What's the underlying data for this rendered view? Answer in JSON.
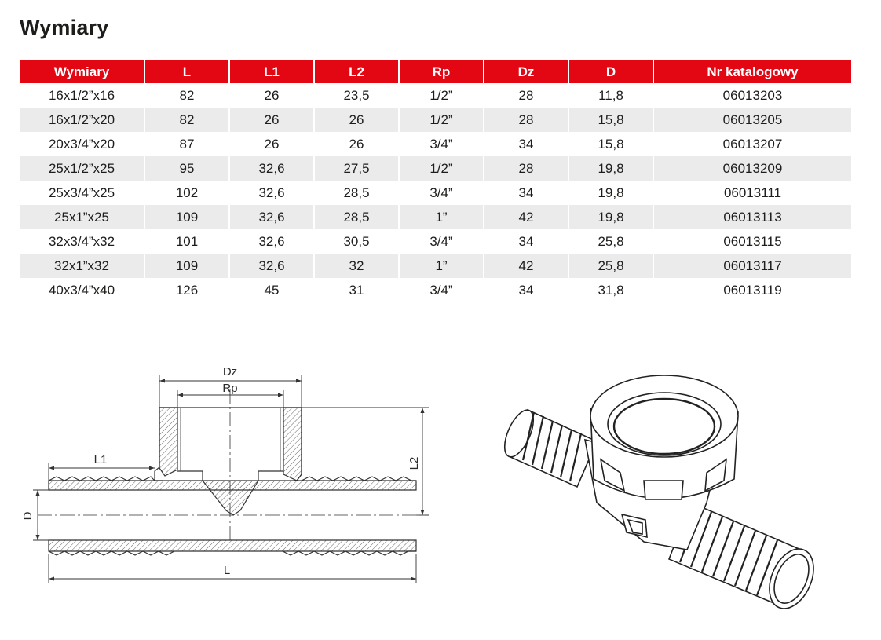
{
  "title": "Wymiary",
  "table": {
    "headers": [
      "Wymiary",
      "L",
      "L1",
      "L2",
      "Rp",
      "Dz",
      "D",
      "Nr katalogowy"
    ],
    "rows": [
      [
        "16x1/2”x16",
        "82",
        "26",
        "23,5",
        "1/2”",
        "28",
        "11,8",
        "06013203"
      ],
      [
        "16x1/2”x20",
        "82",
        "26",
        "26",
        "1/2”",
        "28",
        "15,8",
        "06013205"
      ],
      [
        "20x3/4”x20",
        "87",
        "26",
        "26",
        "3/4”",
        "34",
        "15,8",
        "06013207"
      ],
      [
        "25x1/2”x25",
        "95",
        "32,6",
        "27,5",
        "1/2”",
        "28",
        "19,8",
        "06013209"
      ],
      [
        "25x3/4”x25",
        "102",
        "32,6",
        "28,5",
        "3/4”",
        "34",
        "19,8",
        "06013111"
      ],
      [
        "25x1”x25",
        "109",
        "32,6",
        "28,5",
        "1”",
        "42",
        "19,8",
        "06013113"
      ],
      [
        "32x3/4”x32",
        "101",
        "32,6",
        "30,5",
        "3/4”",
        "34",
        "25,8",
        "06013115"
      ],
      [
        "32x1”x32",
        "109",
        "32,6",
        "32",
        "1”",
        "42",
        "25,8",
        "06013117"
      ],
      [
        "40x3/4”x40",
        "126",
        "45",
        "31",
        "3/4”",
        "34",
        "31,8",
        "06013119"
      ]
    ]
  },
  "drawing": {
    "dz_label": "Dz",
    "rp_label": "Rp",
    "l1_label": "L1",
    "l2_label": "L2",
    "d_label": "D",
    "l_label": "L"
  },
  "colors": {
    "header_red": "#e30613",
    "stripe_grey": "#ebebeb"
  }
}
